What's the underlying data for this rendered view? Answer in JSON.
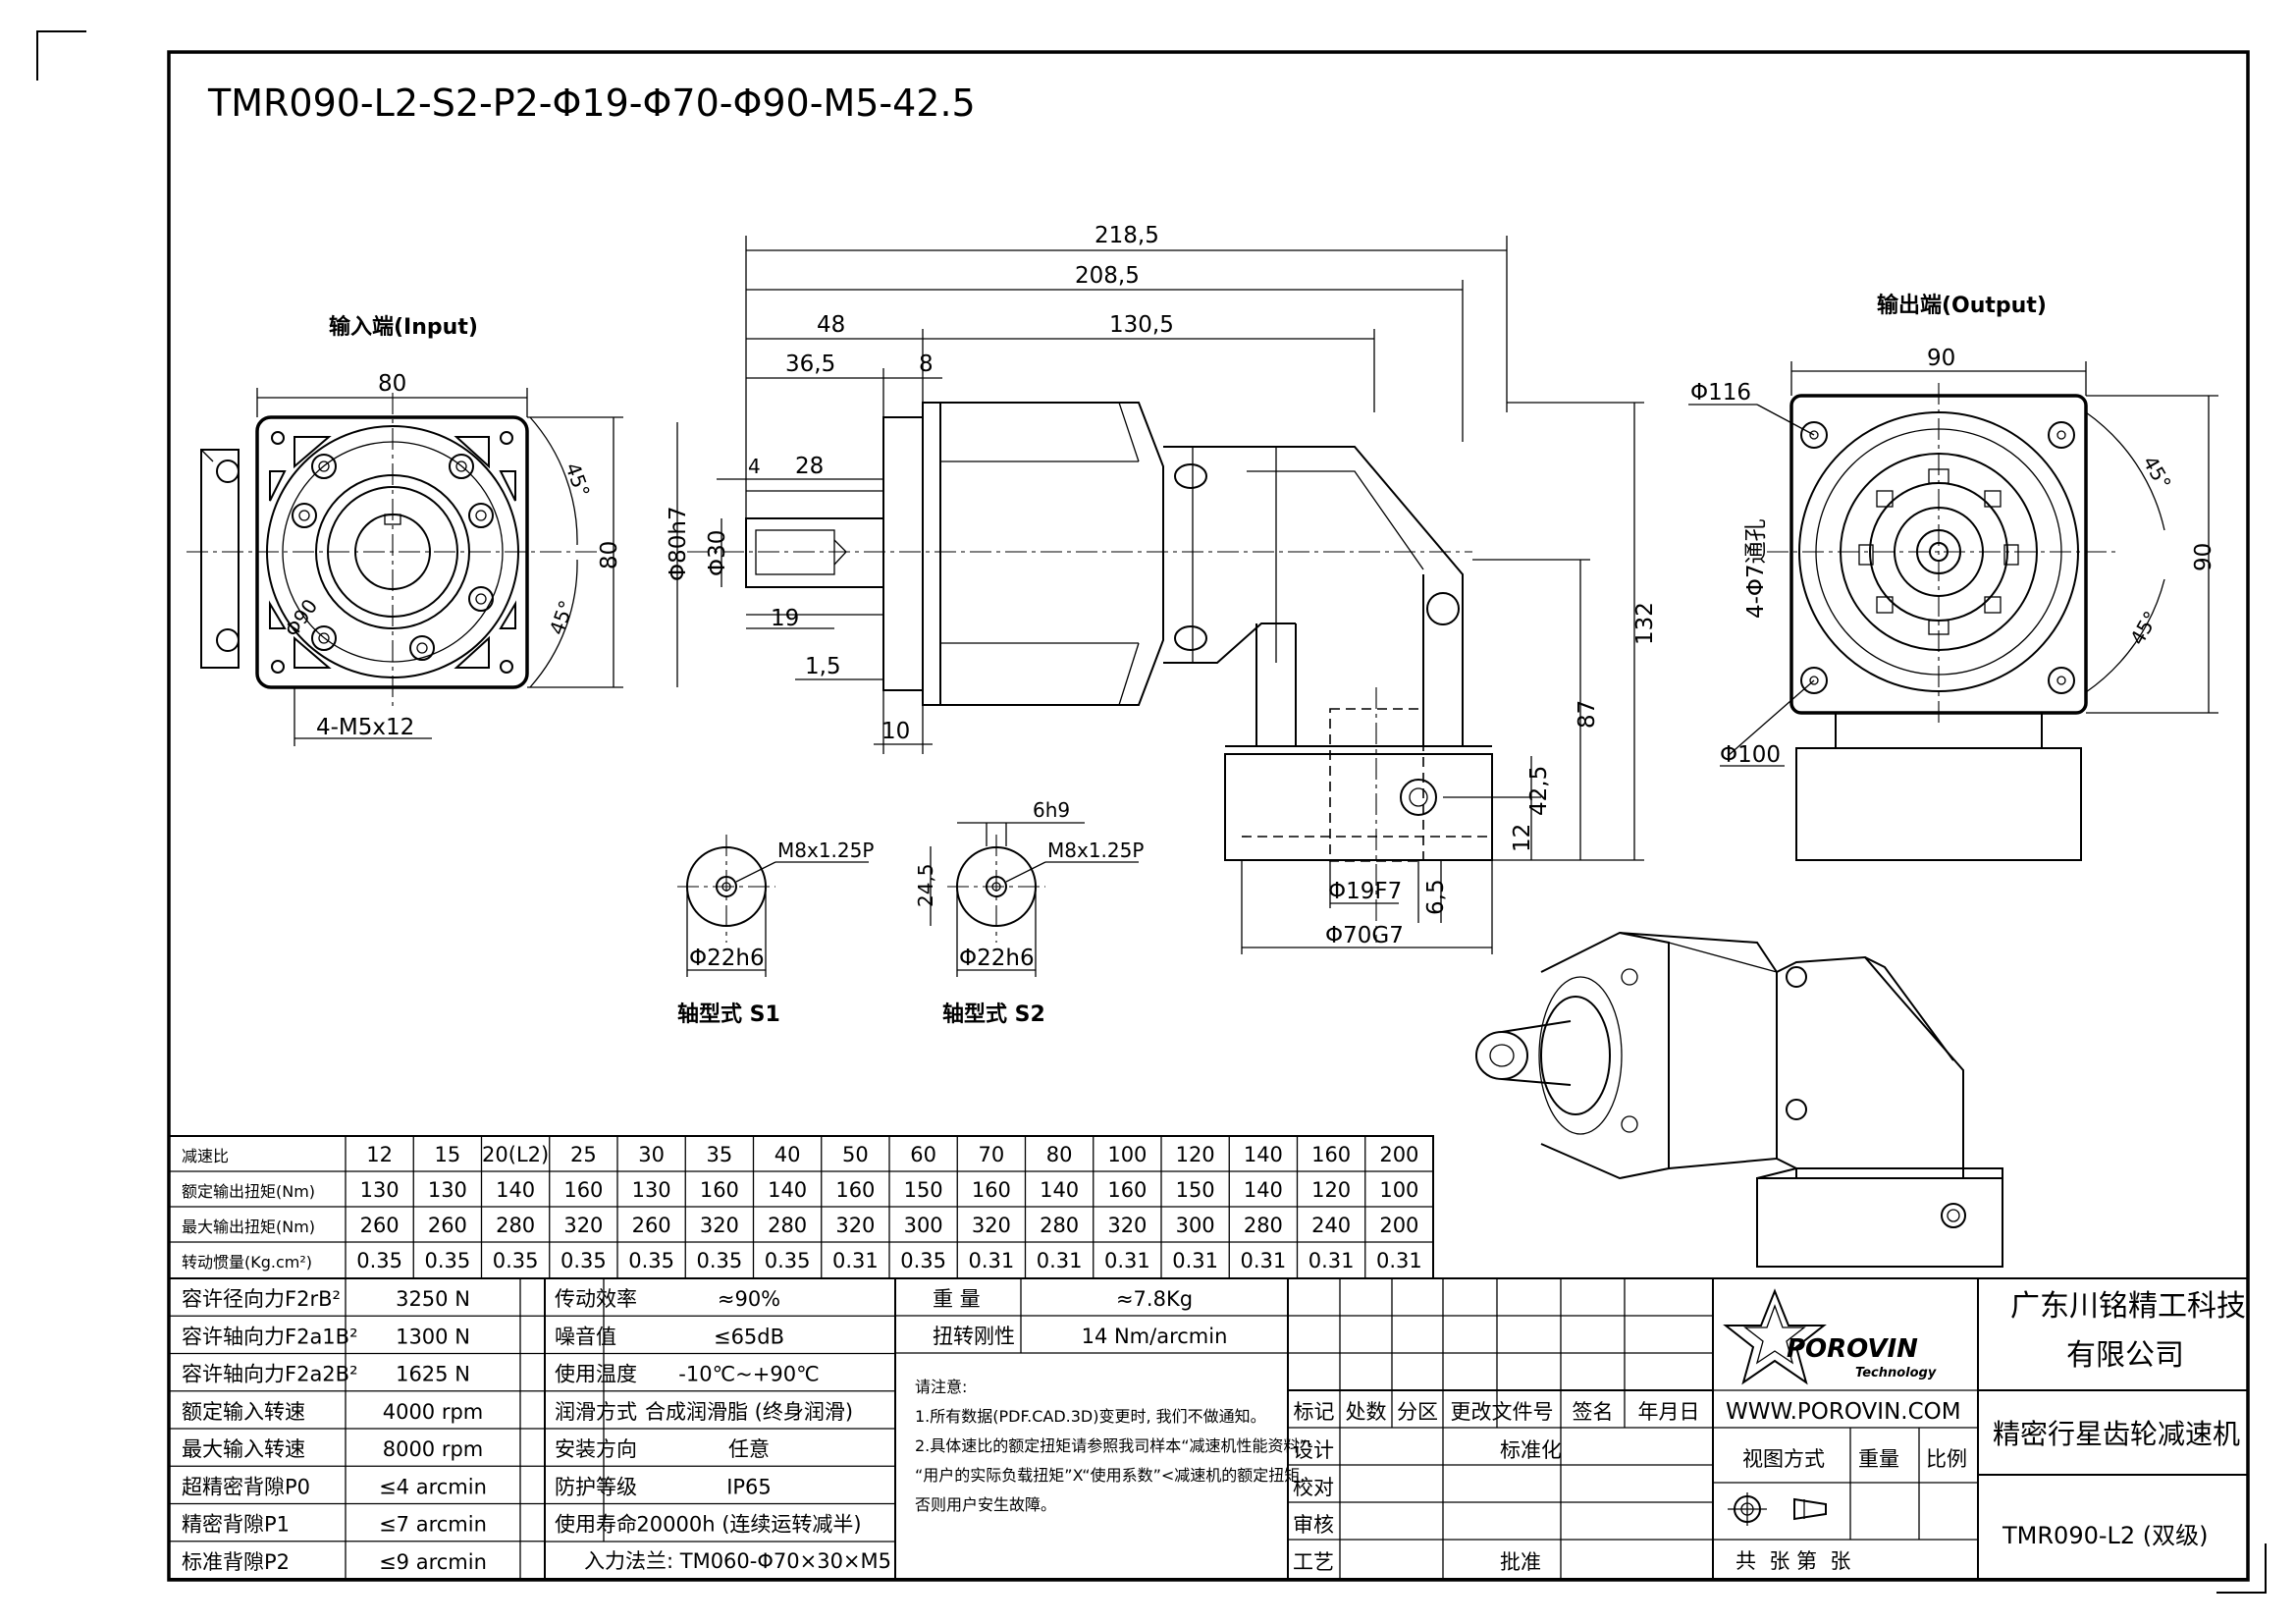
{
  "drawing": {
    "model_code": "TMR090-L2-S2-P2-Φ19-Φ70-Φ90-M5-42.5",
    "input_view_title": "输入端(Input)",
    "output_view_title": "输出端(Output)",
    "shaft_s1_label": "轴型式 S1",
    "shaft_s2_label": "轴型式 S2"
  },
  "dimensions": {
    "input": [
      "80",
      "80",
      "45°",
      "45°",
      "Φ90",
      "4-M5x12"
    ],
    "side": [
      "218,5",
      "208,5",
      "48",
      "130,5",
      "36,5",
      "8",
      "4",
      "28",
      "Φ80h7",
      "Φ30",
      "19",
      "1,5",
      "10",
      "132",
      "87",
      "42,5",
      "12",
      "6,5",
      "Φ19F7",
      "Φ70G7"
    ],
    "output": [
      "90",
      "90",
      "Φ116",
      "45°",
      "45°",
      "4-Φ7通孔",
      "Φ100"
    ],
    "shaft_s1": [
      "M8x1.25P",
      "Φ22h6"
    ],
    "shaft_s2": [
      "6h9",
      "M8x1.25P",
      "24,5",
      "Φ22h6"
    ]
  },
  "spec_table": {
    "rows": [
      {
        "label": "减速比",
        "values": [
          "12",
          "15",
          "20(L2)",
          "25",
          "30",
          "35",
          "40",
          "50",
          "60",
          "70",
          "80",
          "100",
          "120",
          "140",
          "160",
          "200"
        ]
      },
      {
        "label": "额定输出扭矩(Nm)",
        "values": [
          "130",
          "130",
          "140",
          "160",
          "130",
          "160",
          "140",
          "160",
          "150",
          "160",
          "140",
          "160",
          "150",
          "140",
          "120",
          "100"
        ]
      },
      {
        "label": "最大输出扭矩(Nm)",
        "values": [
          "260",
          "260",
          "280",
          "320",
          "260",
          "320",
          "280",
          "320",
          "300",
          "320",
          "280",
          "320",
          "300",
          "280",
          "240",
          "200"
        ]
      },
      {
        "label": "转动惯量(Kg.cm²)",
        "values": [
          "0.35",
          "0.35",
          "0.35",
          "0.35",
          "0.35",
          "0.35",
          "0.35",
          "0.31",
          "0.35",
          "0.31",
          "0.31",
          "0.31",
          "0.31",
          "0.31",
          "0.31",
          "0.31"
        ]
      }
    ]
  },
  "perf": {
    "col1": [
      {
        "label": "容许径向力F2rB²",
        "value": "3250 N"
      },
      {
        "label": "容许轴向力F2a1B²",
        "value": "1300 N"
      },
      {
        "label": "容许轴向力F2a2B²",
        "value": "1625 N"
      },
      {
        "label": "额定输入转速",
        "value": "4000 rpm"
      },
      {
        "label": "最大输入转速",
        "value": "8000 rpm"
      },
      {
        "label": "超精密背隙P0",
        "value": "≤4 arcmin"
      },
      {
        "label": "精密背隙P1",
        "value": "≤7 arcmin"
      },
      {
        "label": "标准背隙P2",
        "value": "≤9 arcmin"
      }
    ],
    "col2": [
      {
        "label": "传动效率",
        "value": "≈90%"
      },
      {
        "label": "噪音值",
        "value": "≤65dB"
      },
      {
        "label": "使用温度",
        "value": "-10℃~+90℃"
      },
      {
        "label": "润滑方式",
        "value": "合成润滑脂 (终身润滑)"
      },
      {
        "label": "安装方向",
        "value": "任意"
      },
      {
        "label": "防护等级",
        "value": "IP65"
      },
      {
        "label": "使用寿命",
        "value": "20000h (连续运转减半)"
      }
    ],
    "input_flange": "入力法兰: TM060-Φ70×30×M5",
    "col3": [
      {
        "label": "重 量",
        "value": "≈7.8Kg"
      },
      {
        "label": "扭转刚性",
        "value": "14 Nm/arcmin"
      }
    ],
    "notes_title": "请注意:",
    "notes": [
      "1.所有数据(PDF.CAD.3D)变更时, 我们不做通知。",
      "2.具体速比的额定扭矩请参照我司样本“减速机性能资料”;",
      "“用户的实际负载扭矩”X“使用系数”<减速机的额定扭矩,",
      "否则用户安生故障。"
    ]
  },
  "title_block": {
    "rev_headers": [
      "标记",
      "处数",
      "分区",
      "更改文件号",
      "签名",
      "年月日"
    ],
    "roles": [
      "设计",
      "校对",
      "审核",
      "工艺"
    ],
    "standardize": "标准化",
    "approve": "批准",
    "logo_text": "POROVIN",
    "logo_sub": "Technology",
    "website": "WWW.POROVIN.COM",
    "view_method": "视图方式",
    "weight": "重量",
    "scale": "比例",
    "sheet_count": "共  张 第  张",
    "company_line1": "广东川铭精工科技",
    "company_line2": "有限公司",
    "product_name": "精密行星齿轮减速机",
    "drawing_no": "TMR090-L2 (双级)"
  }
}
